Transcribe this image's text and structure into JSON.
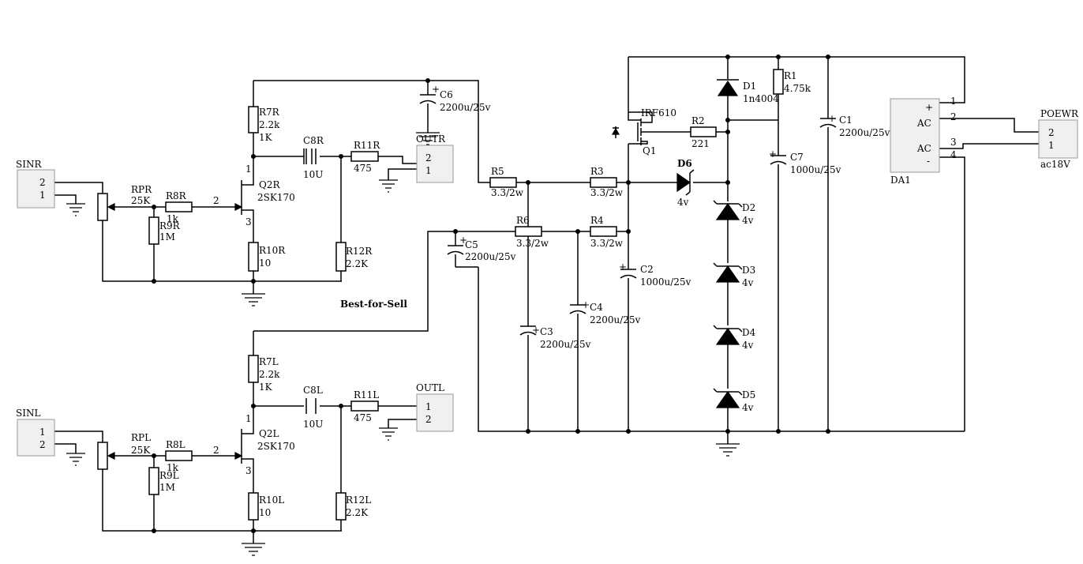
{
  "watermark": "Best-for-Sell",
  "connectors": {
    "sinr": {
      "name": "SINR",
      "pins": [
        "2",
        "1"
      ]
    },
    "sinl": {
      "name": "SINL",
      "pins": [
        "1",
        "2"
      ]
    },
    "outr": {
      "name": "OUTR",
      "pins": [
        "2",
        "1"
      ]
    },
    "outl": {
      "name": "OUTL",
      "pins": [
        "1",
        "2"
      ]
    },
    "poewr": {
      "name": "POEWR",
      "pins": [
        "2",
        "1"
      ],
      "value": "ac18V"
    }
  },
  "right_channel": {
    "rp": {
      "name": "RPR",
      "value": "25K"
    },
    "r8": {
      "name": "R8R",
      "value": "1k"
    },
    "r9": {
      "name": "R9R",
      "value": "1M"
    },
    "r7": {
      "name": "R7R",
      "value": "2.2k",
      "value2": "1K"
    },
    "q2": {
      "name": "Q2R",
      "value": "2SK170",
      "pins": [
        "1",
        "2",
        "3"
      ]
    },
    "r10": {
      "name": "R10R",
      "value": "10"
    },
    "c8": {
      "name": "C8R",
      "value": "10U"
    },
    "r11": {
      "name": "R11R",
      "value": "475"
    },
    "r12": {
      "name": "R12R",
      "value": "2.2K"
    }
  },
  "left_channel": {
    "rp": {
      "name": "RPL",
      "value": "25K"
    },
    "r8": {
      "name": "R8L",
      "value": "1k"
    },
    "r9": {
      "name": "R9L",
      "value": "1M"
    },
    "r7": {
      "name": "R7L",
      "value": "2.2k",
      "value2": "1K"
    },
    "q2": {
      "name": "Q2L",
      "value": "2SK170",
      "pins": [
        "1",
        "2",
        "3"
      ]
    },
    "r10": {
      "name": "R10L",
      "value": "10"
    },
    "c8": {
      "name": "C8L",
      "value": "10U"
    },
    "r11": {
      "name": "R11L",
      "value": "475"
    },
    "r12": {
      "name": "R12L",
      "value": "2.2K"
    }
  },
  "supply": {
    "c6": {
      "name": "C6",
      "value": "2200u/25v"
    },
    "c5": {
      "name": "C5",
      "value": "2200u/25v"
    },
    "c3": {
      "name": "C3",
      "value": "2200u/25v"
    },
    "c4": {
      "name": "C4",
      "value": "2200u/25v"
    },
    "c2": {
      "name": "C2",
      "value": "1000u/25v"
    },
    "c7": {
      "name": "C7",
      "value": "1000u/25v"
    },
    "c1": {
      "name": "C1",
      "value": "2200u/25v"
    },
    "r5": {
      "name": "R5",
      "value": "3.3/2w"
    },
    "r6": {
      "name": "R6",
      "value": "3.3/2w"
    },
    "r3": {
      "name": "R3",
      "value": "3.3/2w"
    },
    "r4": {
      "name": "R4",
      "value": "3.3/2w"
    },
    "r1": {
      "name": "R1",
      "value": "4.75k"
    },
    "r2": {
      "name": "R2",
      "value": "221"
    },
    "q1": {
      "name": "Q1",
      "value": "IRF610"
    },
    "d1": {
      "name": "D1",
      "value": "1n4004"
    },
    "d6": {
      "name": "D6",
      "value": "4v"
    },
    "d2": {
      "name": "D2",
      "value": "4v"
    },
    "d3": {
      "name": "D3",
      "value": "4v"
    },
    "d4": {
      "name": "D4",
      "value": "4v"
    },
    "d5": {
      "name": "D5",
      "value": "4v"
    },
    "da1": {
      "name": "DA1",
      "plus": "+",
      "minus": "-",
      "ac1": "AC",
      "ac2": "AC",
      "pins": [
        "1",
        "2",
        "3",
        "4"
      ]
    }
  },
  "pin_labels": {
    "two": "2"
  }
}
